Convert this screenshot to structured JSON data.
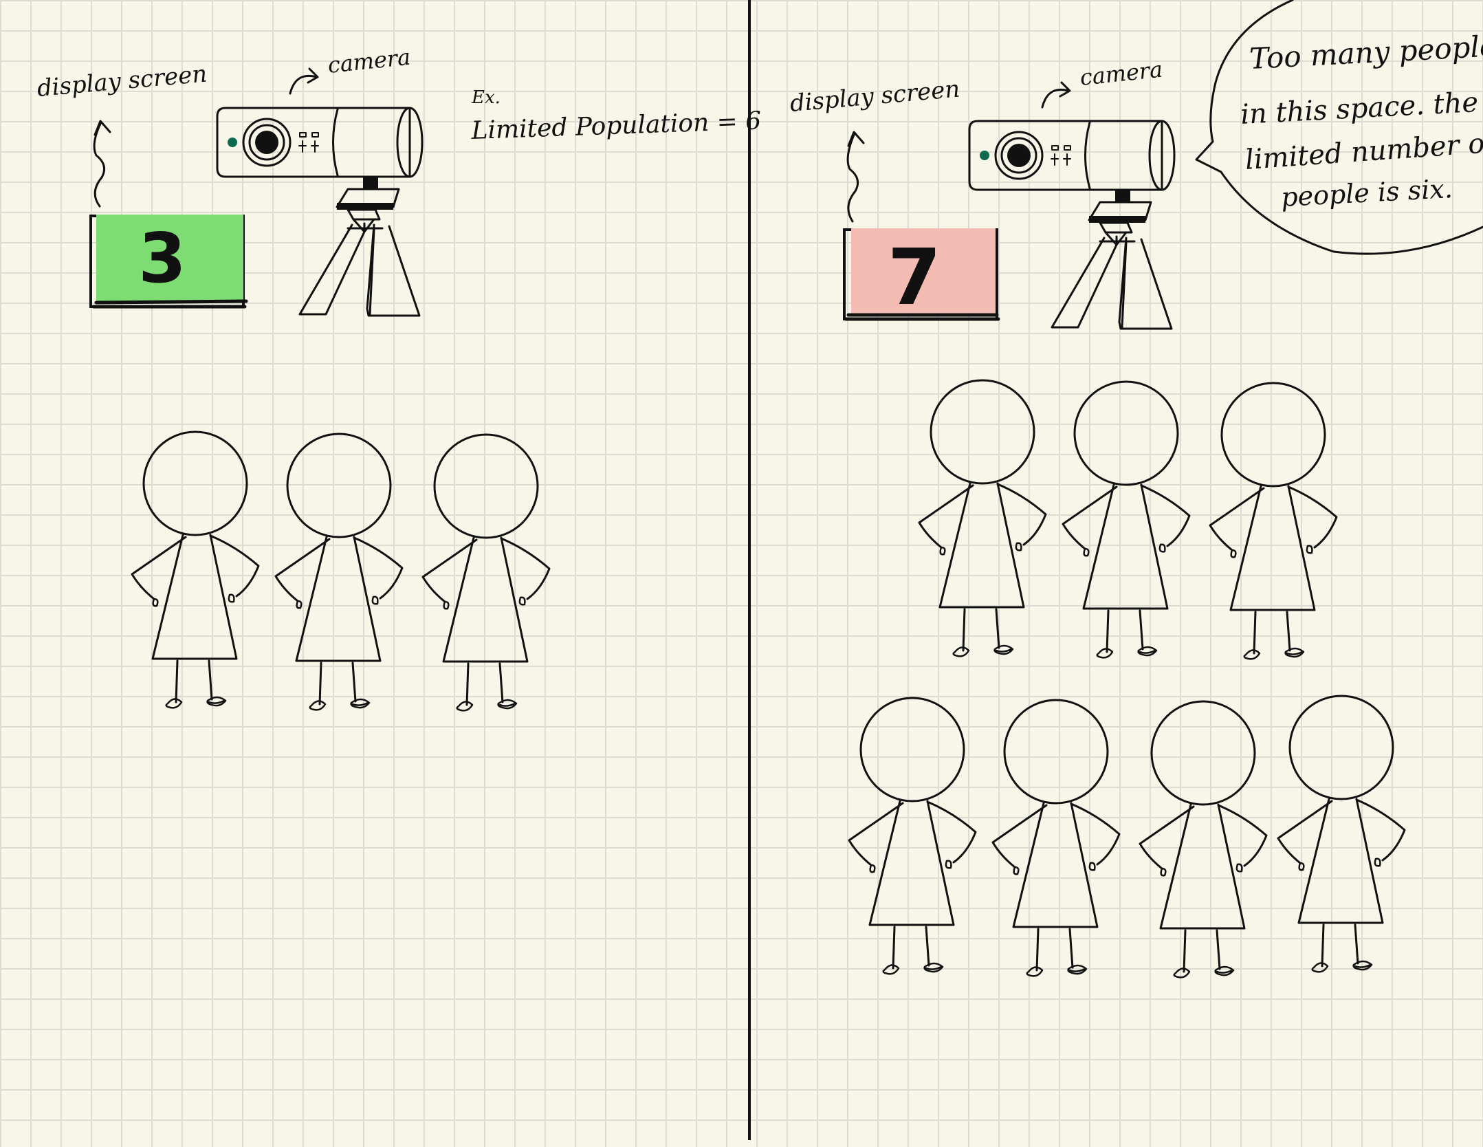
{
  "left_panel": {
    "screen_label": "display screen",
    "camera_label": "camera",
    "example_label": "Ex.",
    "limit_text": "Limited Population = 6",
    "count": "3",
    "screen_color": "#7ddc72",
    "people_count": 3
  },
  "right_panel": {
    "screen_label": "display screen",
    "camera_label": "camera",
    "count": "7",
    "screen_color": "#f4bcb2",
    "people_count": 7,
    "speech_lines": [
      "Too many people",
      "in this space. the",
      "limited number of",
      "people is six."
    ]
  },
  "colors": {
    "paper": "#f7f6e9",
    "grid": "#dcdcd2",
    "ink": "#111111",
    "camera_led": "#0c6b4e"
  }
}
